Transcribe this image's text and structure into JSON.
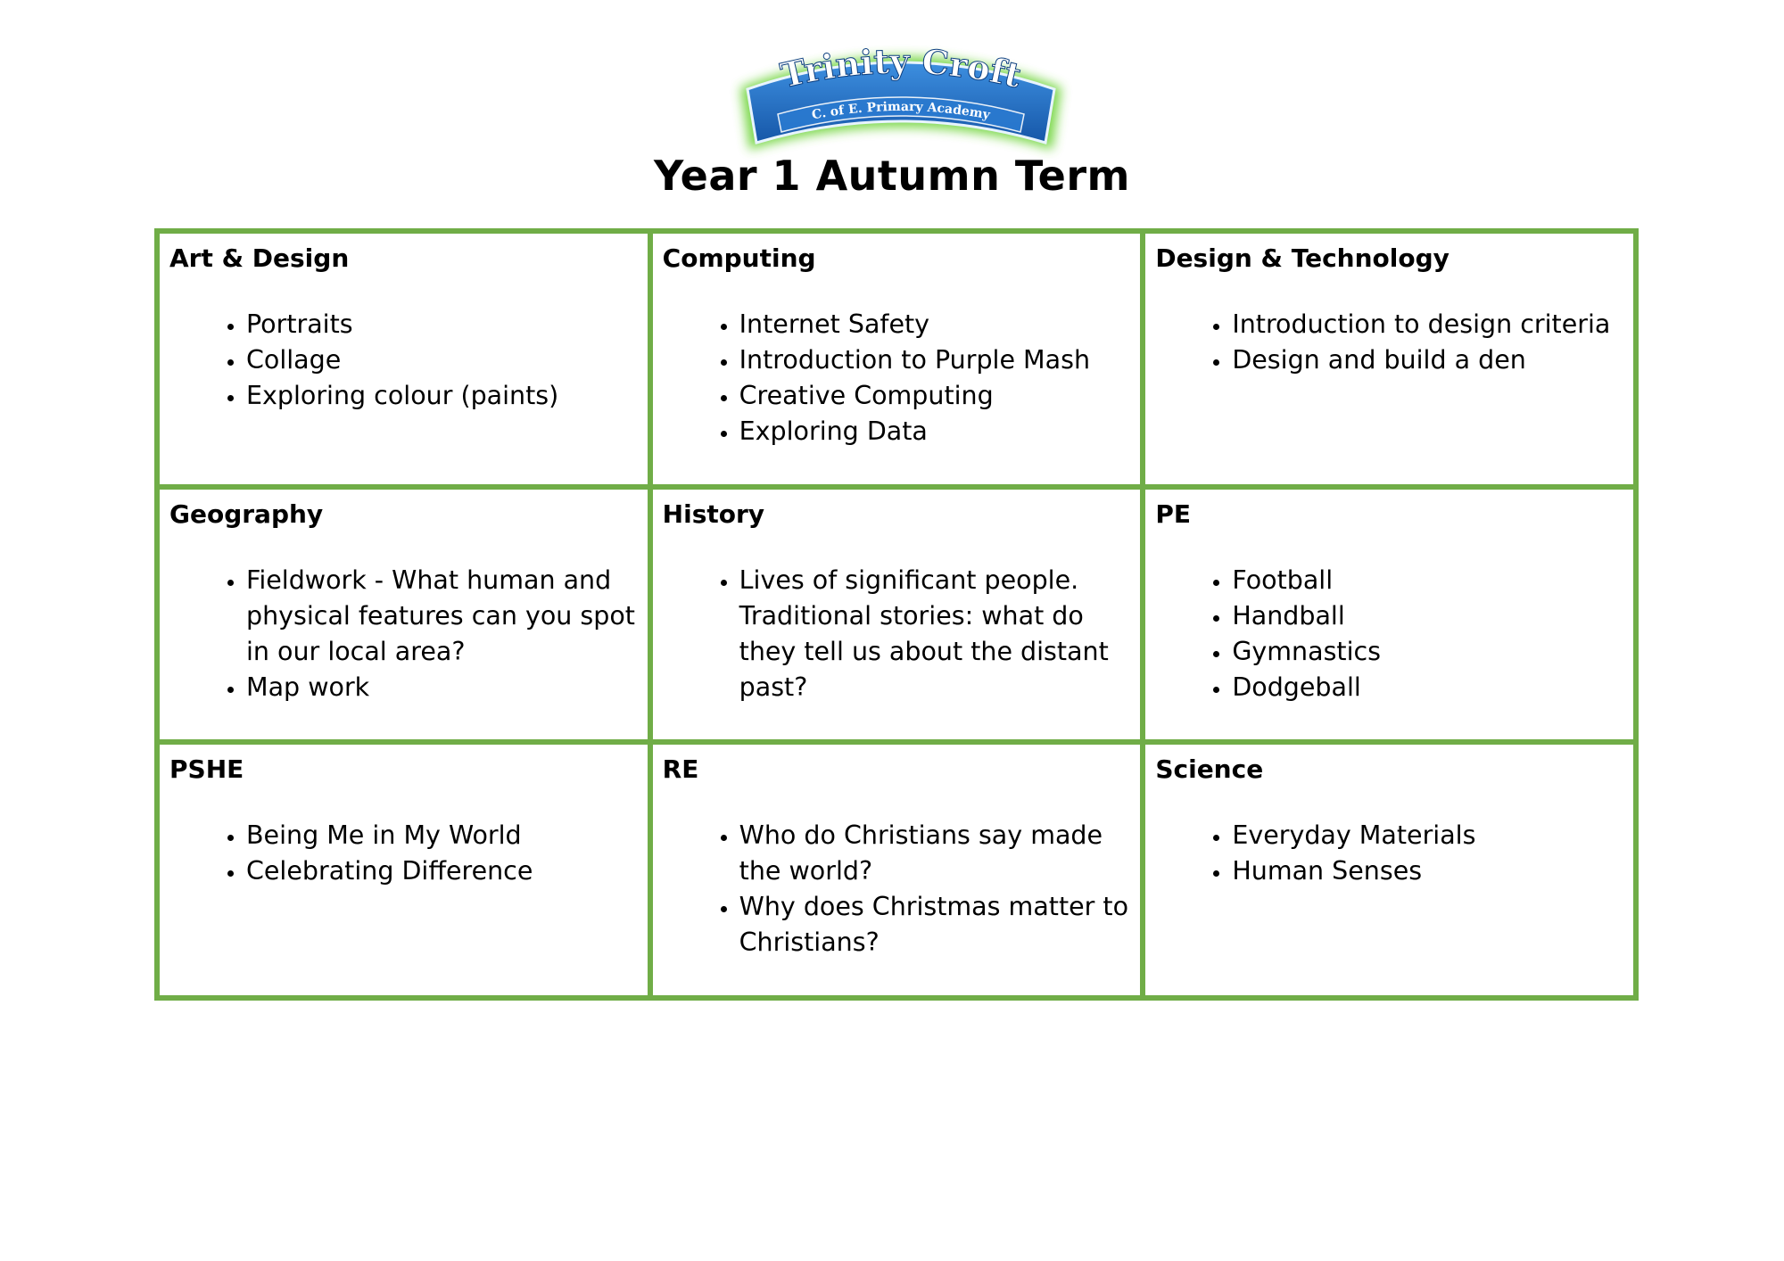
{
  "logo": {
    "name": "Trinity Croft",
    "tagline": "C. of E. Primary Academy"
  },
  "title": "Year 1 Autumn Term",
  "colors": {
    "border": "#70ad47",
    "logo_blue": "#1f6fc6",
    "logo_green": "#6fd43a"
  },
  "subjects": [
    {
      "title": "Art & Design",
      "items": [
        "Portraits",
        "Collage",
        "Exploring colour (paints)"
      ]
    },
    {
      "title": "Computing",
      "items": [
        "Internet Safety",
        "Introduction to Purple Mash",
        "Creative Computing",
        "Exploring Data"
      ]
    },
    {
      "title": "Design & Technology",
      "items": [
        "Introduction to design criteria",
        "Design and build a den"
      ]
    },
    {
      "title": "Geography",
      "items": [
        "Fieldwork - What human and physical features can you spot in our local area?",
        "Map work"
      ]
    },
    {
      "title": "History",
      "items": [
        "Lives of significant people. Traditional stories: what do they tell us about the distant past?"
      ]
    },
    {
      "title": "PE",
      "items": [
        "Football",
        "Handball",
        "Gymnastics",
        "Dodgeball"
      ]
    },
    {
      "title": "PSHE",
      "items": [
        "Being Me in My World",
        "Celebrating Difference"
      ]
    },
    {
      "title": "RE",
      "items": [
        "Who do Christians say made the world?",
        "Why does Christmas matter to Christians?"
      ]
    },
    {
      "title": "Science",
      "items": [
        "Everyday Materials",
        "Human Senses"
      ]
    }
  ]
}
